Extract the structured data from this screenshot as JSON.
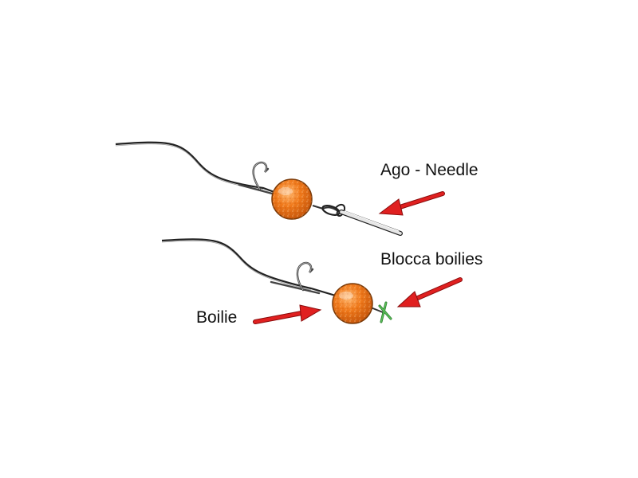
{
  "labels": {
    "needle": "Ago - Needle",
    "boilies_stop": "Blocca boilies",
    "boilie": "Boilie"
  },
  "colors": {
    "line": "#333333",
    "boilie_fill": "#f07a1c",
    "boilie_dark": "#c4540a",
    "arrow": "#d81a1a",
    "stop": "#3aa03a",
    "hook": "#555555",
    "needle": "#d9d9d9"
  },
  "icons": {
    "top_rig": "hair-rig-with-needle",
    "bottom_rig": "hair-rig-with-boilie-stop"
  }
}
